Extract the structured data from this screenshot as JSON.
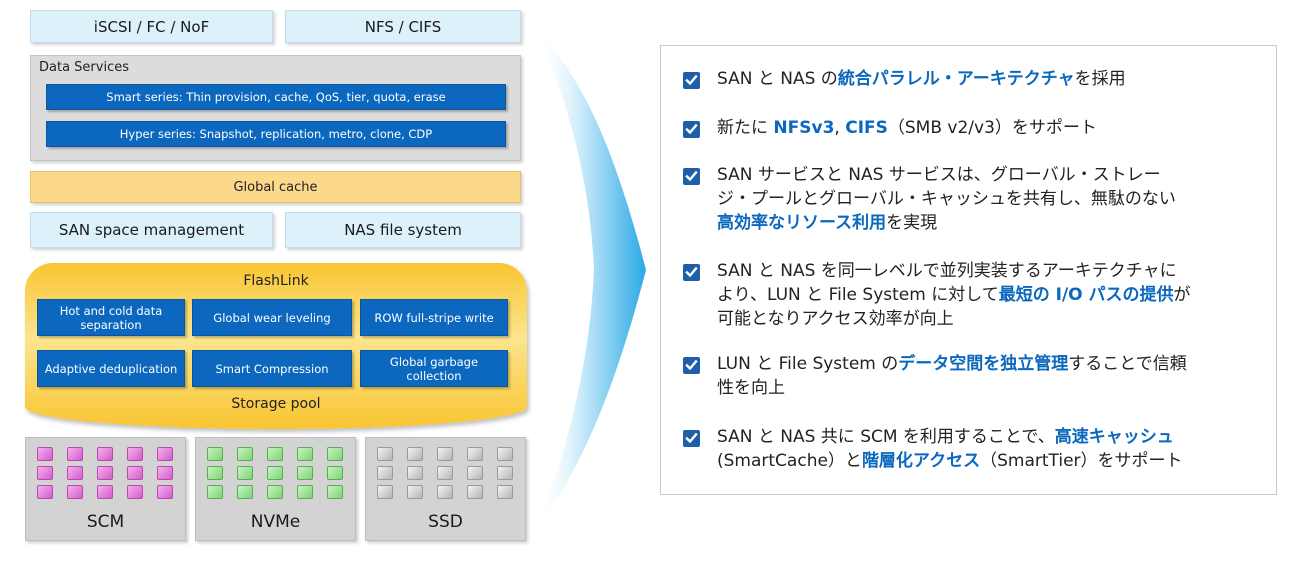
{
  "protocols": {
    "left": "iSCSI / FC / NoF",
    "right": "NFS / CIFS"
  },
  "data_services": {
    "title": "Data Services",
    "smart_series": "Smart series: Thin provision, cache, QoS, tier, quota, erase",
    "hyper_series": "Hyper series: Snapshot, replication, metro, clone, CDP"
  },
  "global_cache": "Global cache",
  "san_space_management": "SAN space management",
  "nas_file_system": "NAS file system",
  "flashlink": {
    "title": "FlashLink",
    "features": [
      "Hot and cold data separation",
      "Global wear leveling",
      "ROW full-stripe write",
      "Adaptive deduplication",
      "Smart Compression",
      "Global garbage collection"
    ],
    "footer": "Storage pool"
  },
  "media": [
    "SCM",
    "NVMe",
    "SSD"
  ],
  "colors": {
    "accent_blue": "#0b68be",
    "light_blue": "#ddf1fb",
    "yellow": "#fbd88a",
    "arrow": "#2aa9e6"
  },
  "features_list": [
    {
      "lines": [
        [
          {
            "t": "SAN と NAS の"
          },
          {
            "t": "統合パラレル・アーキテクチャ",
            "hl": true
          },
          {
            "t": "を採用"
          }
        ]
      ]
    },
    {
      "lines": [
        [
          {
            "t": "新たに "
          },
          {
            "t": "NFSv3",
            "hl": true
          },
          {
            "t": ", "
          },
          {
            "t": "CIFS",
            "hl": true
          },
          {
            "t": "（SMB v2/v3）をサポート"
          }
        ]
      ]
    },
    {
      "lines": [
        [
          {
            "t": "SAN サービスと NAS サービスは、グローバル・ストレー"
          }
        ],
        [
          {
            "t": "ジ・プールとグローバル・キャッシュを共有し、無駄のない"
          }
        ],
        [
          {
            "t": "高効率なリソース利用",
            "hl": true
          },
          {
            "t": "を実現"
          }
        ]
      ]
    },
    {
      "lines": [
        [
          {
            "t": "SAN と NAS を同一レベルで並列実装するアーキテクチャに"
          }
        ],
        [
          {
            "t": "より、LUN と File System に対して"
          },
          {
            "t": "最短の I/O パスの提供",
            "hl": true
          },
          {
            "t": "が"
          }
        ],
        [
          {
            "t": "可能となりアクセス効率が向上"
          }
        ]
      ]
    },
    {
      "lines": [
        [
          {
            "t": "LUN と File System の"
          },
          {
            "t": "データ空間を独立管理",
            "hl": true
          },
          {
            "t": "することで信頼"
          }
        ],
        [
          {
            "t": "性を向上"
          }
        ]
      ]
    },
    {
      "lines": [
        [
          {
            "t": "SAN と NAS 共に SCM を利用することで、"
          },
          {
            "t": "高速キャッシュ",
            "hl": true
          }
        ],
        [
          {
            "t": "(SmartCache）と"
          },
          {
            "t": "階層化アクセス",
            "hl": true
          },
          {
            "t": "（SmartTier）をサポート"
          }
        ]
      ]
    }
  ]
}
